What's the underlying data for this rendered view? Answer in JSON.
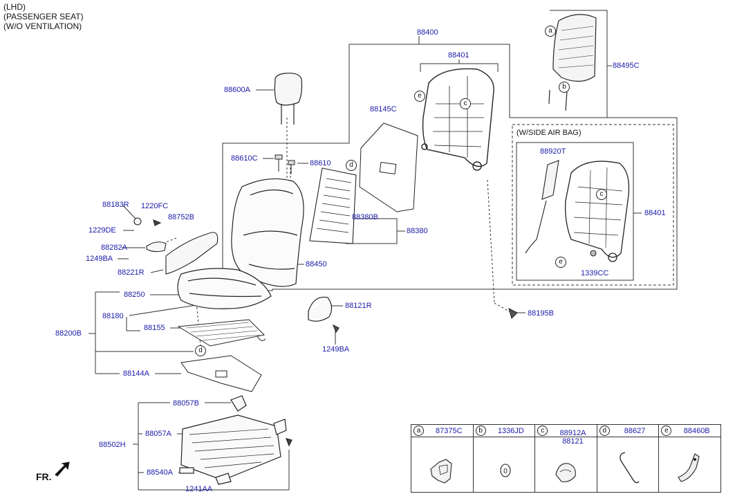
{
  "header": {
    "line1": "(LHD)",
    "line2": "(PASSENGER SEAT)",
    "line3": "(W/O VENTILATION)"
  },
  "labels": {
    "p88400": "88400",
    "p88401_top": "88401",
    "p88495C": "88495C",
    "p88600A": "88600A",
    "p88145C": "88145C",
    "p88610C": "88610C",
    "p88610": "88610",
    "p88183R": "88183R",
    "p1220FC": "1220FC",
    "p88752B": "88752B",
    "p1229DE": "1229DE",
    "p88282A": "88282A",
    "p1249BA_left": "1249BA",
    "p88221R": "88221R",
    "p88380B": "88380B",
    "p88380": "88380",
    "p88450": "88450",
    "p88250": "88250",
    "p88180": "88180",
    "p88155": "88155",
    "p88200B": "88200B",
    "p88144A": "88144A",
    "p88121R": "88121R",
    "p1249BA_mid": "1249BA",
    "p88195B": "88195B",
    "p88920T": "88920T",
    "p88401_right": "88401",
    "p1339CC": "1339CC",
    "p88057B": "88057B",
    "p88057A": "88057A",
    "p88502H": "88502H",
    "p88540A": "88540A",
    "p1241AA": "1241AA",
    "side_airbag": "(W/SIDE AIR BAG)"
  },
  "callouts": {
    "a": "a",
    "b": "b",
    "c": "c",
    "d": "d",
    "e": "e"
  },
  "legend": [
    {
      "key": "a",
      "parts": [
        "87375C"
      ]
    },
    {
      "key": "b",
      "parts": [
        "1336JD"
      ]
    },
    {
      "key": "c",
      "parts": [
        "88912A",
        "88121"
      ]
    },
    {
      "key": "d",
      "parts": [
        "88627"
      ]
    },
    {
      "key": "e",
      "parts": [
        "88460B"
      ]
    }
  ],
  "legend_b_glyph": "0",
  "footer": {
    "fr": "FR."
  },
  "colors": {
    "label": "#1a1aa8",
    "line": "#333333"
  }
}
